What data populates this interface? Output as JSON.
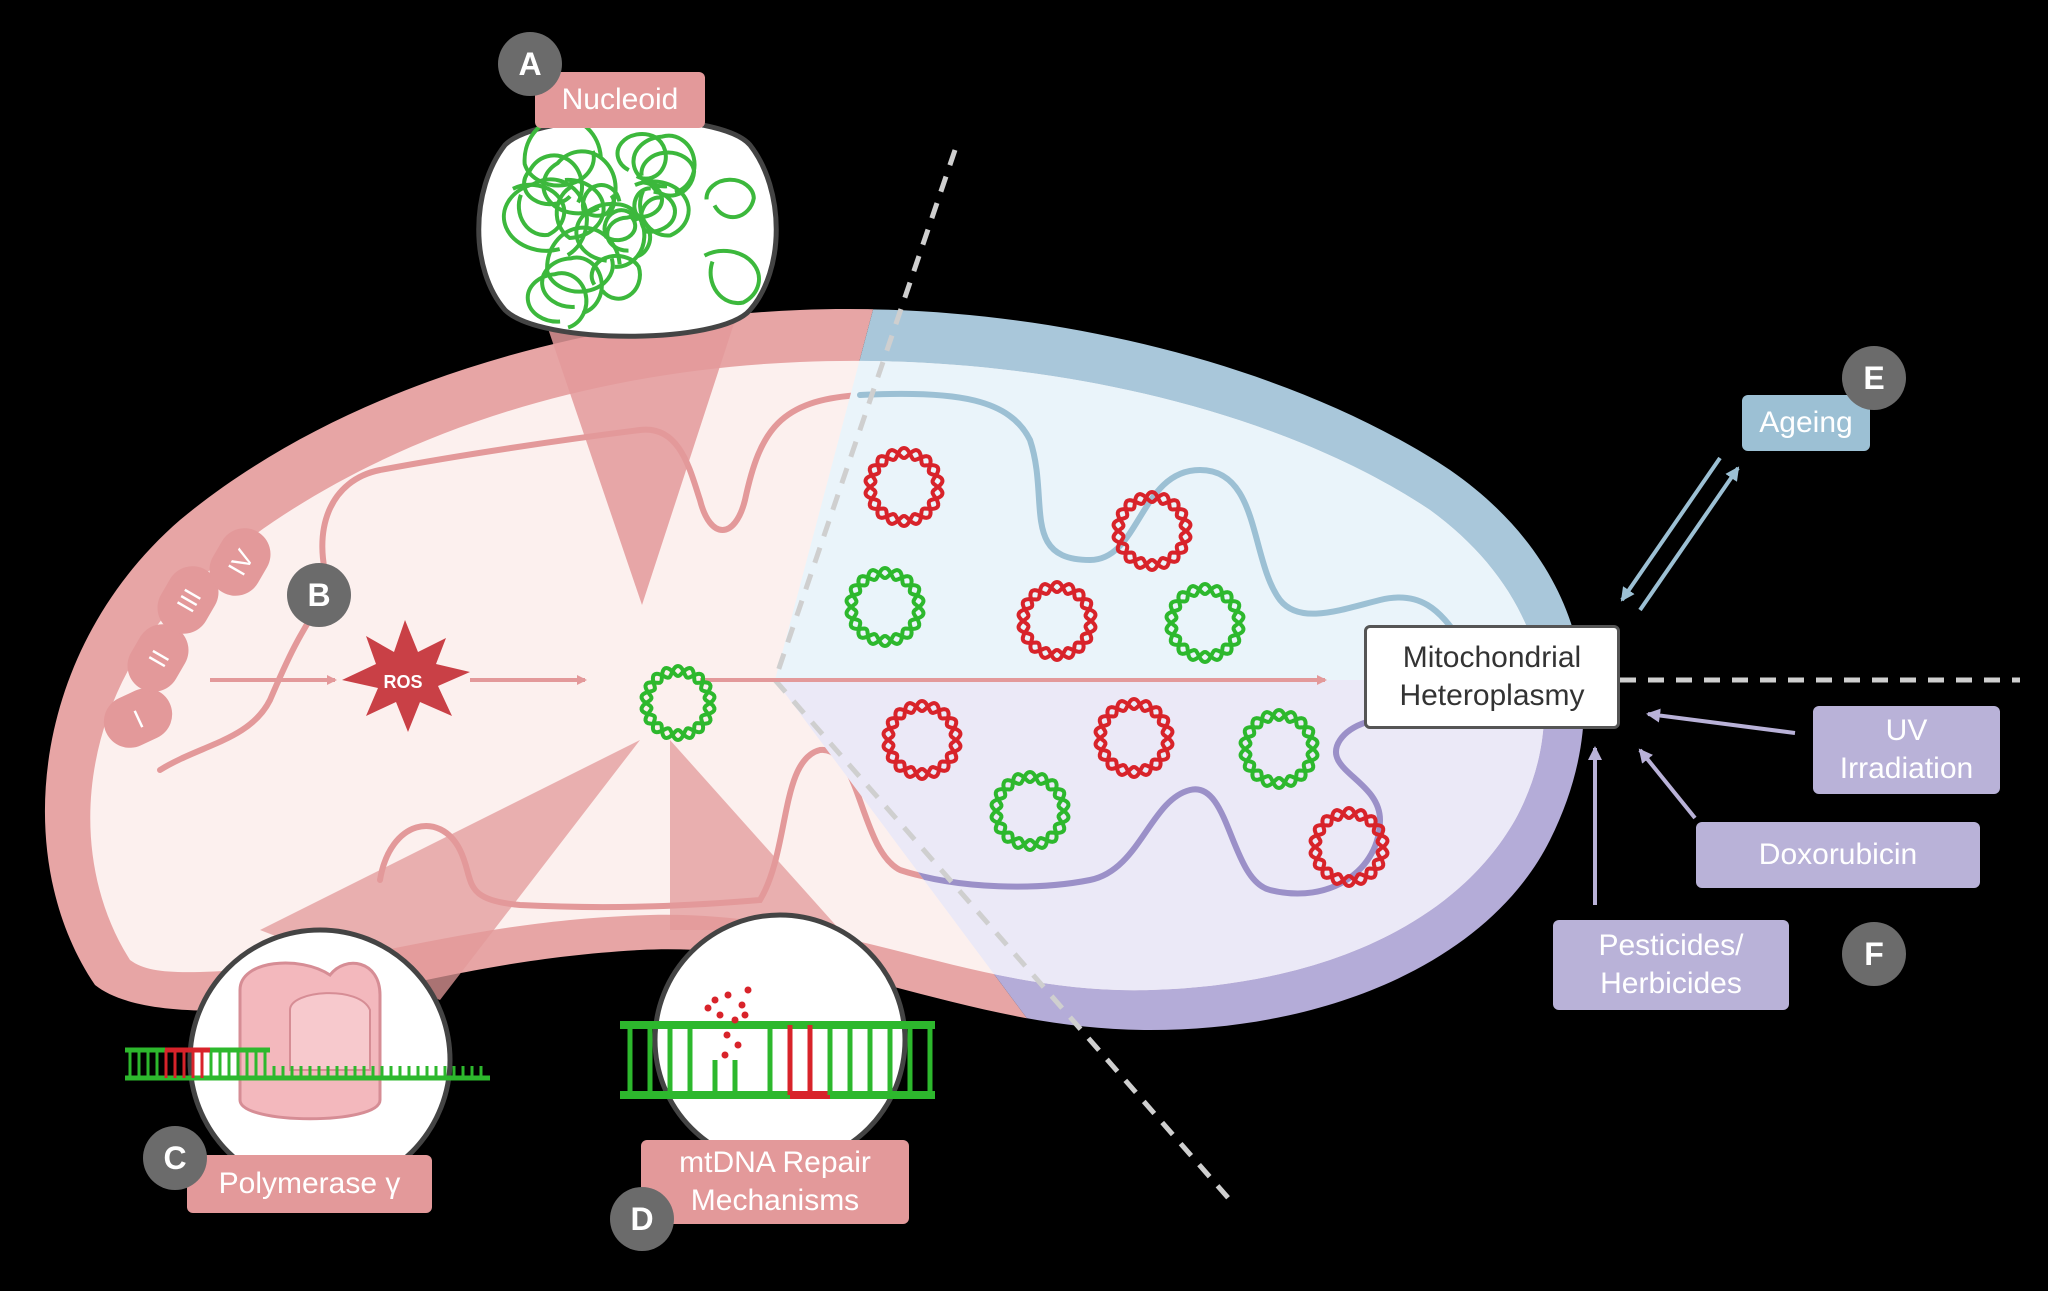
{
  "labels": {
    "nucleoid": "Nucleoid",
    "ageing": "Ageing",
    "uv": "UV Irradiation",
    "doxorubicin": "Doxorubicin",
    "pesticides": "Pesticides/ Herbicides",
    "polymerase": "Polymerase γ",
    "repair": "mtDNA Repair Mechanisms",
    "heteroplasmy": "Mitochondrial Heteroplasmy",
    "ros": "ROS"
  },
  "badges": {
    "a": "A",
    "b": "B",
    "c": "C",
    "d": "D",
    "e": "E",
    "f": "F"
  },
  "complexes": [
    "I",
    "II",
    "III",
    "IV"
  ],
  "icons": [
    "nucleoid-icon",
    "mtdna-circle-icon",
    "ros-burst-icon",
    "polymerase-icon",
    "dna-repair-icon"
  ],
  "colors": {
    "pink": "#e3999a",
    "blue": "#9cc0d4",
    "lavender": "#b9b2d8",
    "healthy_dna": "#2db82d",
    "mutant_dna": "#d8232a",
    "ros": "#c94046",
    "badge": "#6b6b6b"
  }
}
